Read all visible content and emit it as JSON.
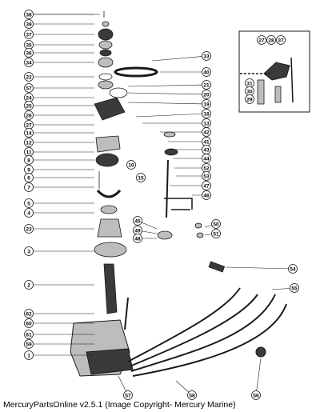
{
  "footer": {
    "text": "MercuryPartsOnline v2.5.1 (Image Copyright- Mercury Marine)"
  },
  "colors": {
    "line": "#1a1a1a",
    "part_fill": "#bdbdbd",
    "dark": "#3a3a3a",
    "paper": "#ffffff"
  },
  "callouts_left": [
    "38",
    "39",
    "37",
    "35",
    "36",
    "34",
    "22",
    "57",
    "24",
    "25",
    "26",
    "27",
    "14",
    "12",
    "11",
    "8",
    "9",
    "6",
    "7",
    "5",
    "4",
    "23",
    "3",
    "2",
    "62",
    "60",
    "61",
    "59",
    "1"
  ],
  "callouts_mid": [
    "33",
    "40",
    "21",
    "20",
    "19",
    "18",
    "13",
    "42",
    "41",
    "43",
    "44",
    "52",
    "53",
    "10",
    "15",
    "47",
    "46",
    "45",
    "49",
    "48",
    "50",
    "51",
    "54",
    "55"
  ],
  "callouts_inset": [
    "27",
    "28",
    "37",
    "31",
    "30",
    "29"
  ],
  "callouts_bottom": [
    "57",
    "58",
    "56"
  ]
}
